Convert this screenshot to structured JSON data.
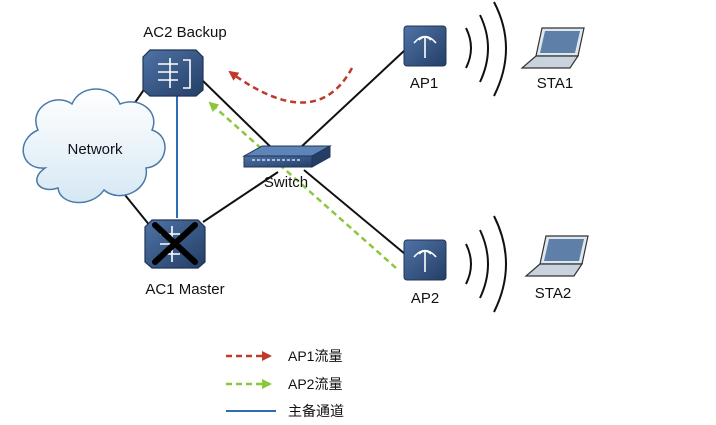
{
  "nodes": {
    "ac2": {
      "label": "AC2 Backup"
    },
    "ac1": {
      "label": "AC1 Master"
    },
    "network": {
      "label": "Network"
    },
    "switch": {
      "label": "Switch"
    },
    "ap1": {
      "label": "AP1"
    },
    "ap2": {
      "label": "AP2"
    },
    "sta1": {
      "label": "STA1"
    },
    "sta2": {
      "label": "STA2"
    }
  },
  "legend": {
    "ap1_traffic": {
      "label": "AP1流量",
      "color": "#c0392b",
      "style": "dashed-arrow"
    },
    "ap2_traffic": {
      "label": "AP2流量",
      "color": "#8cc63f",
      "style": "dashed-arrow"
    },
    "primary_backup_link": {
      "label": "主备通道",
      "color": "#2e6db4",
      "style": "solid-line"
    }
  },
  "colors": {
    "device_fill": "#2f4f7f",
    "device_edge": "#1f3557",
    "link": "#111111",
    "cloud_fill": "#e6f1f8",
    "cloud_edge": "#4a7aa8",
    "failure_mark": "#000000"
  },
  "icons": {
    "ac1": "access-controller-icon",
    "ac2": "access-controller-icon",
    "switch": "switch-icon",
    "ap1": "access-point-icon",
    "ap2": "access-point-icon",
    "sta1": "laptop-icon",
    "sta2": "laptop-icon",
    "network": "cloud-icon",
    "failure": "x-mark-icon"
  }
}
